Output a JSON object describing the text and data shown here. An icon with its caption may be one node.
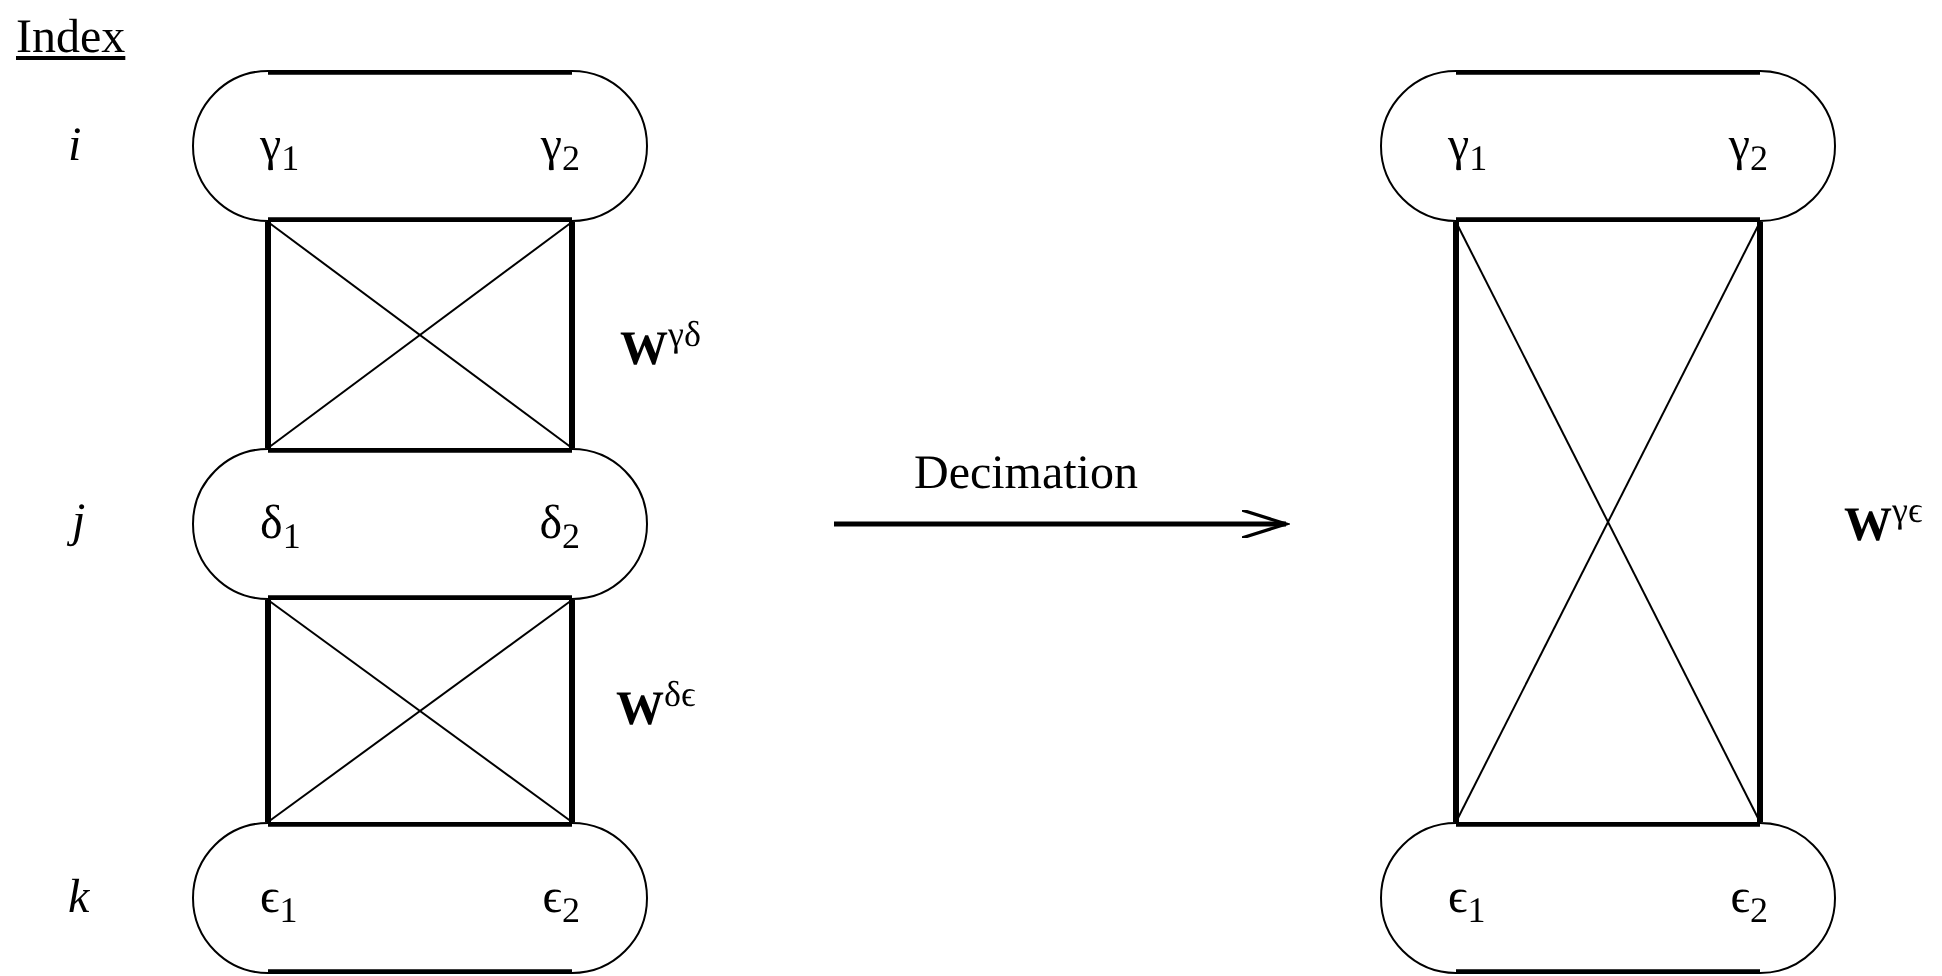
{
  "diagram": {
    "nodes": [
      {
        "text": [
          "γ$_{1}$",
          "γ$_{2}$"
        ]
      },
      {
        "text": [
          "δ$_{1}$",
          "δ$_{2}$"
        ]
      },
      {
        "text": [
          "ϵ$_{1}$",
          "ϵ$_{2}$"
        ]
      },
      {
        "text": [
          "γ$_{1}$",
          "γ$_{2}$"
        ]
      },
      {
        "text": [
          "ϵ$_{1}$",
          "ϵ$_{2}$"
        ]
      }
    ],
    "edges": [
      {
        "from": 0,
        "to": 1,
        "arrow": "none",
        "style": "thick"
      },
      {
        "from": 0,
        "to": 1,
        "arrow": "none",
        "style": "thick"
      },
      {
        "from": 0,
        "to": 1,
        "arrow": "none"
      },
      {
        "from": 0,
        "to": 1,
        "arrow": "none"
      },
      {
        "from": 1,
        "to": 2,
        "arrow": "none",
        "style": "thick"
      },
      {
        "from": 1,
        "to": 2,
        "arrow": "none",
        "style": "thick"
      },
      {
        "from": 1,
        "to": 2,
        "arrow": "none"
      },
      {
        "from": 1,
        "to": 2,
        "arrow": "none"
      },
      {
        "from": 3,
        "to": 4,
        "arrow": "none",
        "style": "thick"
      },
      {
        "from": 3,
        "to": 4,
        "arrow": "none",
        "style": "thick"
      },
      {
        "from": 3,
        "to": 4,
        "arrow": "none"
      },
      {
        "from": 3,
        "to": 4,
        "arrow": "none"
      }
    ],
    "labels": [
      "Index",
      "i",
      "**W**$^{γδ}$",
      "j",
      "Decimation",
      "**W**$^{γϵ}$",
      "**W**$^{δϵ}$",
      "k"
    ]
  }
}
